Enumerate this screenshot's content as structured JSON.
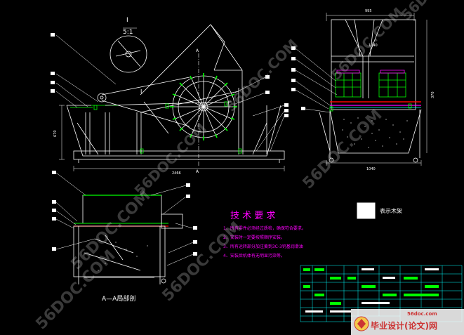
{
  "colors": {
    "background": "#000000",
    "line_white": "#ffffff",
    "line_green": "#00ff00",
    "line_cyan": "#00ffff",
    "line_red": "#ff0000",
    "line_magenta": "#ff00ff",
    "line_blue": "#3a6bff",
    "accent_yellow": "#ffff00"
  },
  "detail": {
    "roman": "I",
    "scale": "5:1",
    "marker": "I"
  },
  "section_marks": {
    "top": "A",
    "bottom": "A"
  },
  "dimensions": {
    "front_length": "2466",
    "front_height": "670",
    "side_top_width": "995",
    "side_mid_width": "1040",
    "side_height": "370",
    "side_bottom_width": "1040"
  },
  "section_title": "A—A局部剖",
  "tech": {
    "title": "技 术 要 求",
    "items": [
      "1、所有零件必须经过质检，确保符合要求。",
      "2、安装时一定要按照顺序安装。",
      "3、所有运转部分加注黄到3C-3钙基润滑油",
      "4、安装后机体有无明显污染等。"
    ]
  },
  "legend": {
    "label": "表示木架"
  },
  "watermarks": {
    "text": "56DOC.COM",
    "small": "56doc.com"
  },
  "brand": {
    "text": "毕业设计(论文)网"
  }
}
